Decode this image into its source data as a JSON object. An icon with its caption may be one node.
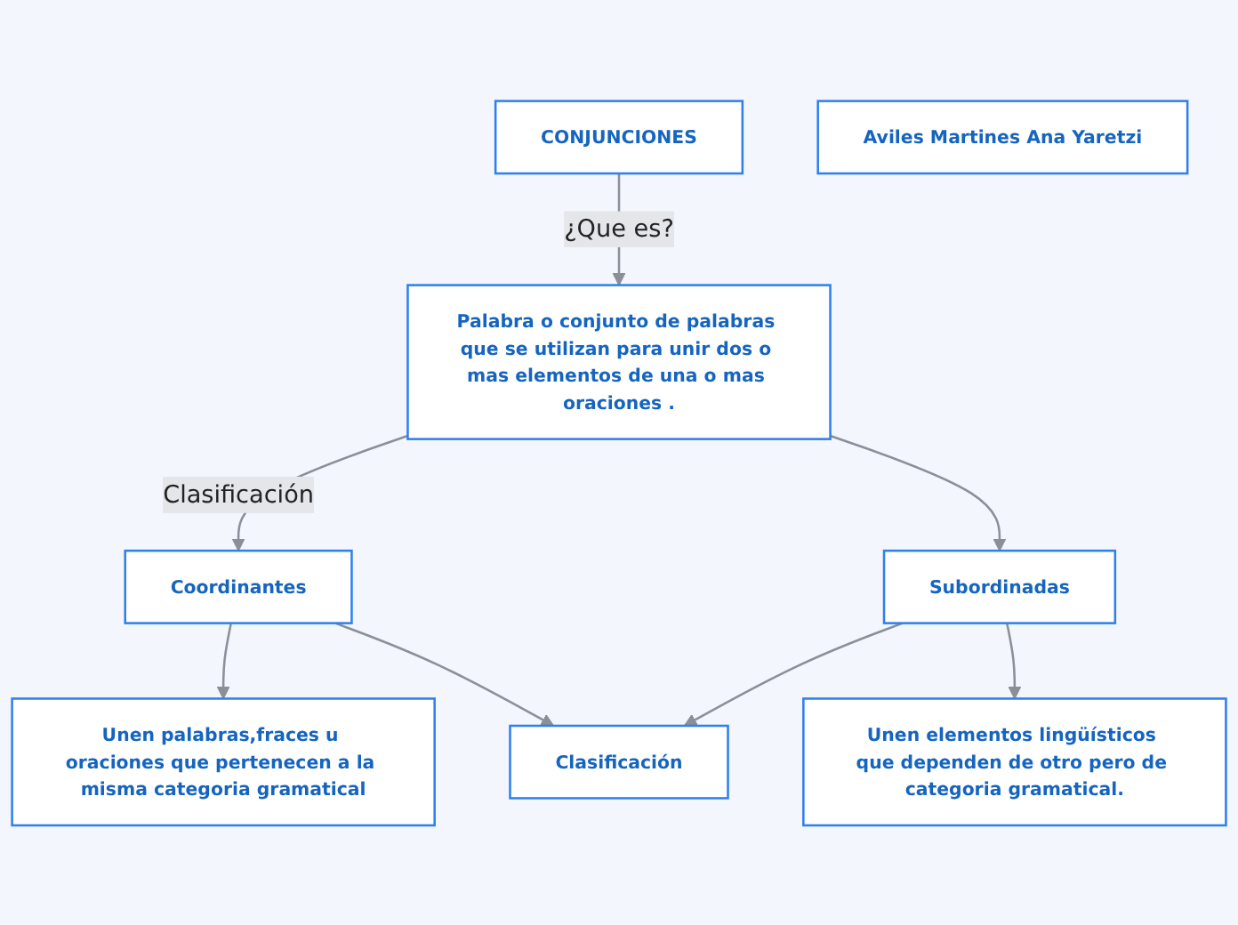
{
  "diagram": {
    "nodes": [
      {
        "text": [
          "CONJUNCIONES"
        ]
      },
      {
        "text": [
          "Aviles Martines Ana Yaretzi"
        ]
      },
      {
        "text": [
          "Palabra o conjunto de palabras que se utilizan para unir dos o mas elementos de una o mas oraciones ."
        ]
      },
      {
        "text": [
          "Unen palabras,fraces u oraciones que pertenecen a la misma categoria gramatical"
        ]
      },
      {
        "text": [
          "Coordinantes"
        ]
      },
      {
        "text": [
          "Subordinadas"
        ]
      },
      {
        "text": [
          "Unen elementos lingüísticos que dependen de otro pero de categoria gramatical."
        ]
      },
      {
        "text": [
          "Clasificación"
        ]
      }
    ],
    "edges": [
      {
        "from": 0,
        "to": 2,
        "arrow": "to",
        "label": "¿Que es?"
      },
      {
        "from": 2,
        "to": 4,
        "arrow": "to",
        "label": "Clasificación"
      },
      {
        "from": 2,
        "to": 5,
        "arrow": "to"
      },
      {
        "from": 4,
        "to": 3,
        "arrow": "to"
      },
      {
        "from": 5,
        "to": 6,
        "arrow": "to"
      },
      {
        "from": 4,
        "to": 7,
        "arrow": "to"
      },
      {
        "from": 5,
        "to": 7,
        "arrow": "to"
      }
    ]
  }
}
